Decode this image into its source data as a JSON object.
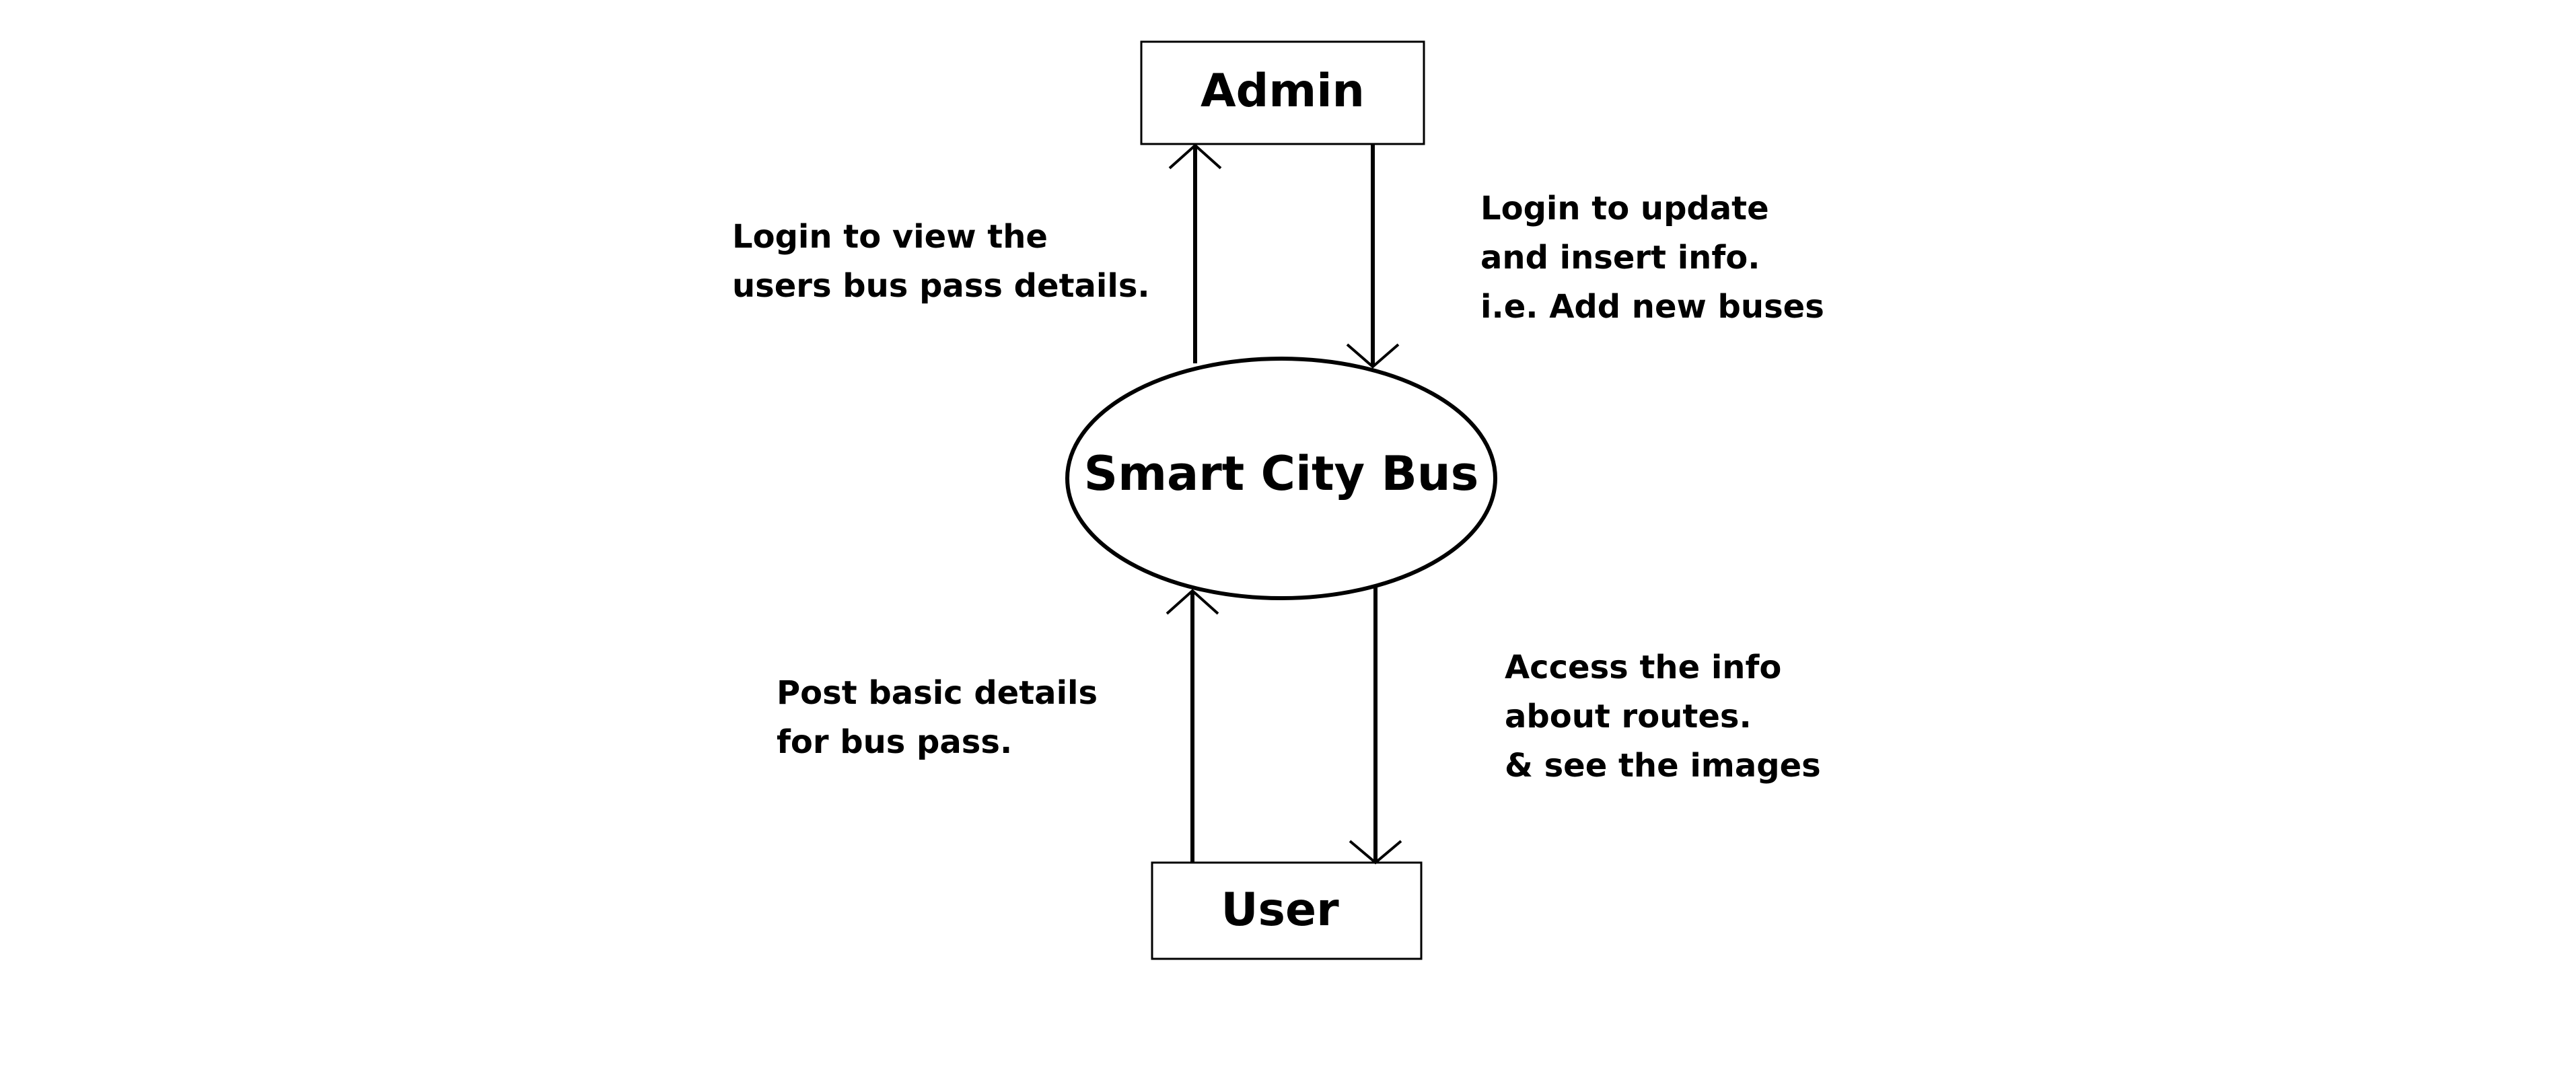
{
  "diagram": {
    "nodes": {
      "admin": {
        "label": "Admin",
        "shape": "rectangle"
      },
      "system": {
        "label": "Smart City Bus",
        "shape": "ellipse"
      },
      "user": {
        "label": "User",
        "shape": "rectangle"
      }
    },
    "edges": {
      "system_to_admin": {
        "from": "system",
        "to": "admin",
        "lines": [
          "Login to view the",
          "users bus pass details."
        ]
      },
      "admin_to_system": {
        "from": "admin",
        "to": "system",
        "lines": [
          "Login to update",
          "and insert info.",
          "i.e. Add new buses"
        ]
      },
      "user_to_system": {
        "from": "user",
        "to": "system",
        "lines": [
          "Post basic details",
          "for bus pass."
        ]
      },
      "system_to_user": {
        "from": "system",
        "to": "user",
        "lines": [
          "Access the info",
          "about routes.",
          "& see the images"
        ]
      }
    },
    "colors": {
      "stroke": "#000000",
      "background": "#ffffff"
    }
  }
}
